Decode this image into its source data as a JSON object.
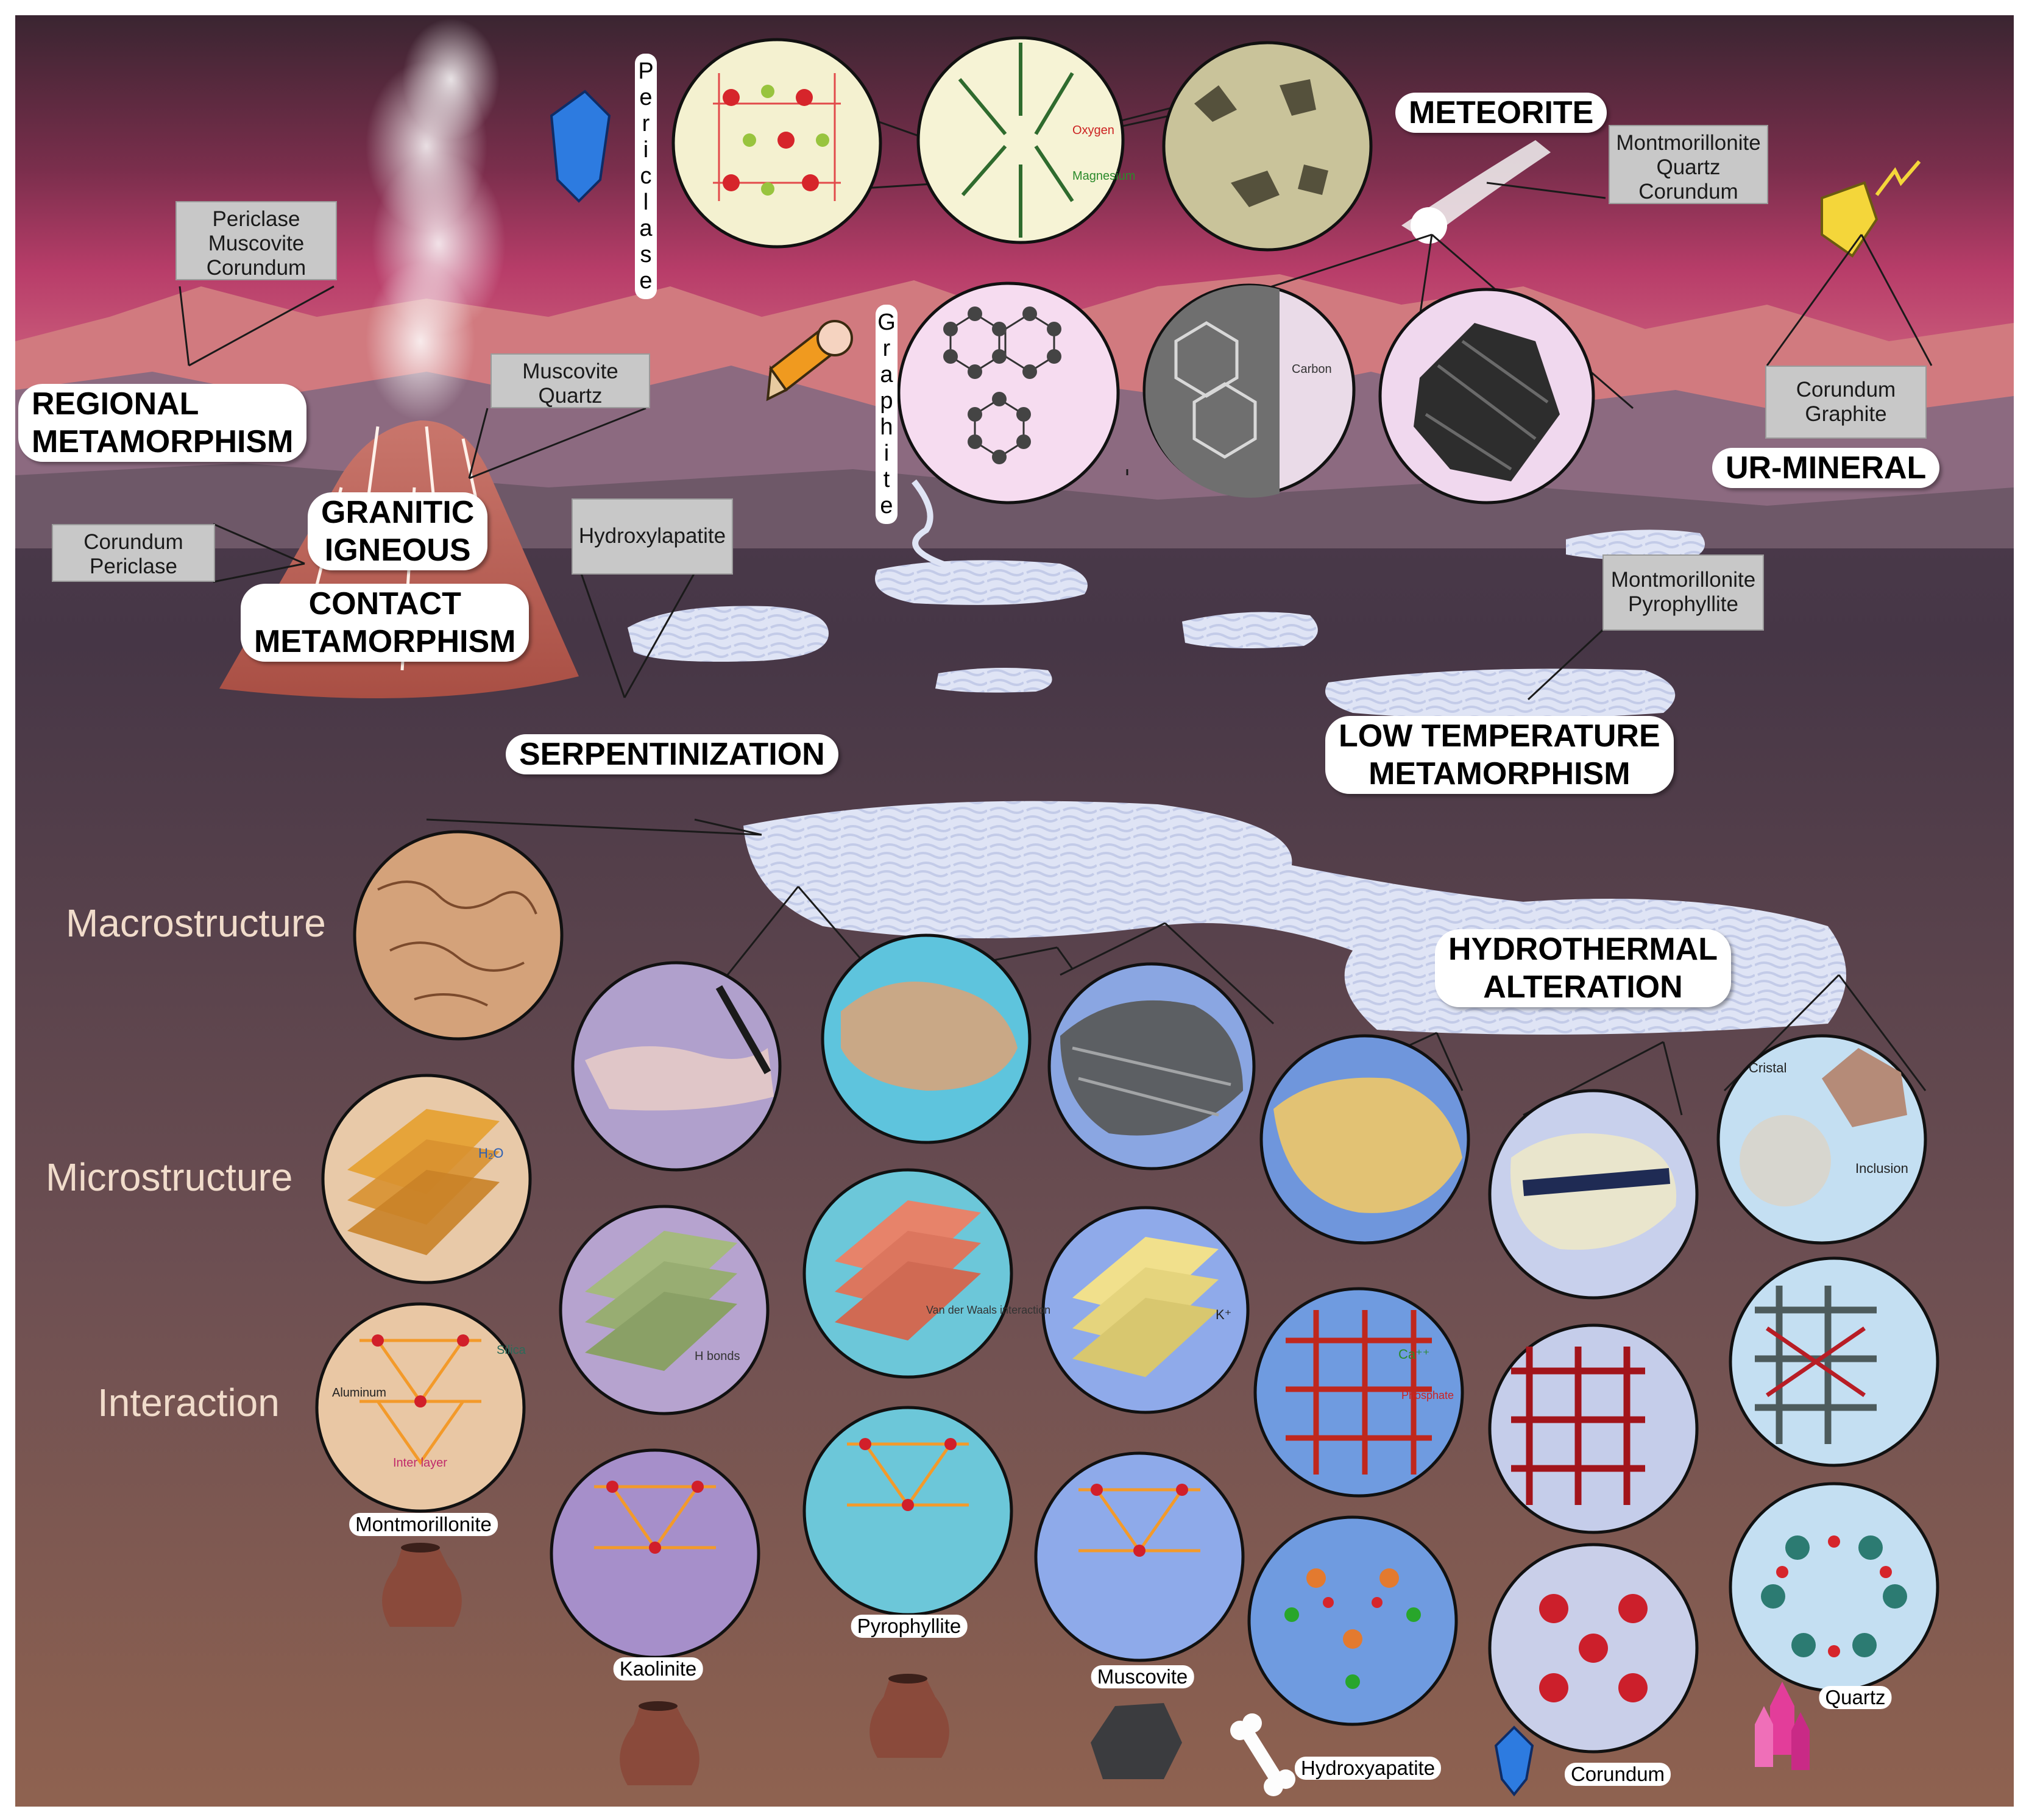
{
  "colors": {
    "sky_top": "#3c2634",
    "sky_band": "#b93d6a",
    "mountains_far": "#d27b7d",
    "mountains_near": "#8f6a7e",
    "ground_top": "#5b4a5c",
    "ground_bottom": "#8c6050",
    "water": "#dfe4f5",
    "label_bg": "#ffffff",
    "gray_box": "#c8c8c8",
    "level_text": "#f1dccb"
  },
  "processes": {
    "regional": [
      "REGIONAL",
      "METAMORPHISM"
    ],
    "granitic_igneous": [
      "GRANITIC",
      "IGNEOUS"
    ],
    "contact": [
      "CONTACT",
      "METAMORPHISM"
    ],
    "serpentinization": "SERPENTINIZATION",
    "meteorite": "METEORITE",
    "ur_mineral": "UR-MINERAL",
    "low_temperature": [
      "LOW TEMPERATURE",
      "METAMORPHISM"
    ],
    "hydrothermal": [
      "HYDROTHERMAL",
      "ALTERATION"
    ]
  },
  "boxes": {
    "regional": [
      "Periclase",
      "Muscovite",
      "Corundum"
    ],
    "granitic": [
      "Muscovite",
      "Quartz"
    ],
    "contact": [
      "Corundum",
      "Periclase"
    ],
    "serpentinization": [
      "Hydroxylapatite"
    ],
    "meteorite": [
      "Montmorillonite",
      "Quartz",
      "Corundum"
    ],
    "ur_mineral": [
      "Corundum",
      "Graphite"
    ],
    "low_temperature": [
      "Montmorillonite",
      "Pyrophyllite"
    ]
  },
  "vertical_words": {
    "periclase": [
      "P",
      "e",
      "r",
      "i",
      "c",
      "l",
      "a",
      "s",
      "e"
    ],
    "graphite": [
      "G",
      "r",
      "a",
      "p",
      "h",
      "i",
      "t",
      "e"
    ]
  },
  "inner_labels": {
    "oxygen": "Oxygen",
    "magnesium": "Magnesium",
    "carbon": "Carbon",
    "silica": "Silica",
    "aluminum": "Aluminum",
    "inter_layer": "Inter layer",
    "h_bonds": "H bonds",
    "van_der_waals": "Van der Waals interaction",
    "k_plus": "K⁺",
    "ca_plus": "Ca⁺⁺",
    "phosphate": "Phosphate",
    "cristal": "Cristal",
    "inclusion": "Inclusion",
    "h2o": "H₂O"
  },
  "levels": {
    "macro": "Macrostructure",
    "micro": "Microstructure",
    "interaction": "Interaction"
  },
  "minerals": [
    {
      "key": "montmorillonite",
      "name": "Montmorillonite",
      "color": "#e8c9a8",
      "icon": "clay-pot-icon"
    },
    {
      "key": "kaolinite",
      "name": "Kaolinite",
      "color": "#b6a3cf",
      "icon": "clay-pot-icon"
    },
    {
      "key": "pyrophyllite",
      "name": "Pyrophyllite",
      "color": "#6cc7d9",
      "icon": "clay-pot-icon"
    },
    {
      "key": "muscovite",
      "name": "Muscovite",
      "color": "#8faaea",
      "icon": "coal-lump-icon"
    },
    {
      "key": "hydroxyapatite",
      "name": "Hydroxyapatite",
      "color": "#6f9be0",
      "icon": "bone-icon"
    },
    {
      "key": "corundum",
      "name": "Corundum",
      "color": "#c5cdea",
      "icon": "sapphire-gem-icon"
    },
    {
      "key": "quartz",
      "name": "Quartz",
      "color": "#c4dff2",
      "icon": "pink-crystal-icon"
    }
  ]
}
